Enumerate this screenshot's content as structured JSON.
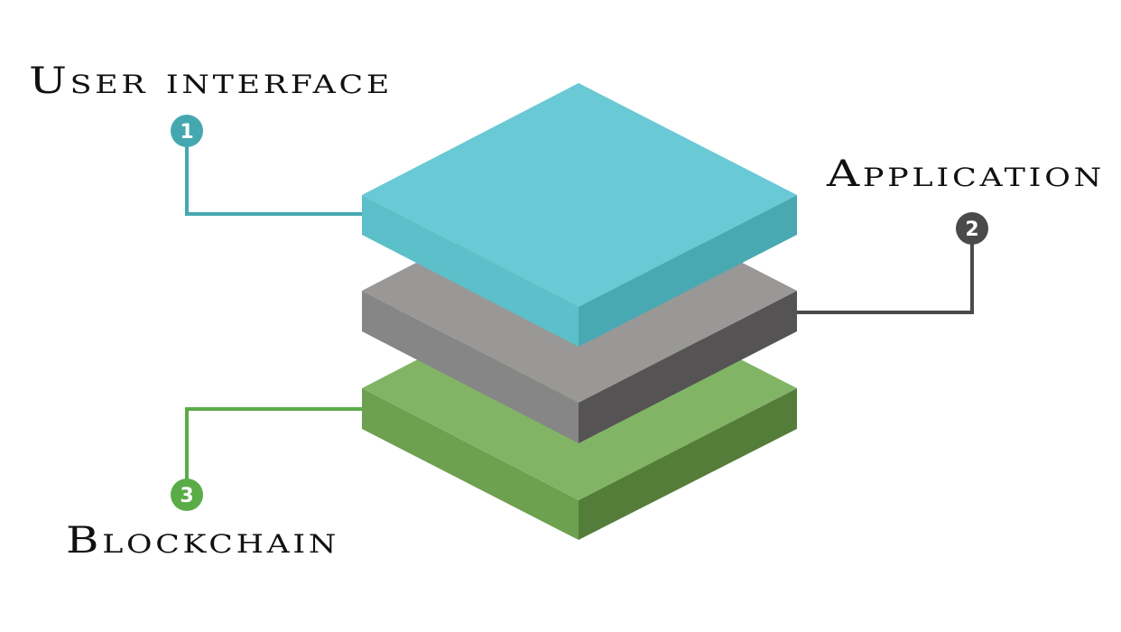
{
  "layers": [
    {
      "number": "1",
      "label": "User interface",
      "color_top": "#69c9d5",
      "color_left": "#5bc0c9",
      "color_right": "#48a9b2",
      "accent": "#45a8b0"
    },
    {
      "number": "2",
      "label": "Application",
      "color_top": "#999897",
      "color_left": "#878686",
      "color_right": "#555354",
      "accent": "#4a4a4a"
    },
    {
      "number": "3",
      "label": "Blockchain",
      "color_top": "#82b466",
      "color_left": "#6da04f",
      "color_right": "#557d3a",
      "accent": "#5aac47"
    }
  ]
}
